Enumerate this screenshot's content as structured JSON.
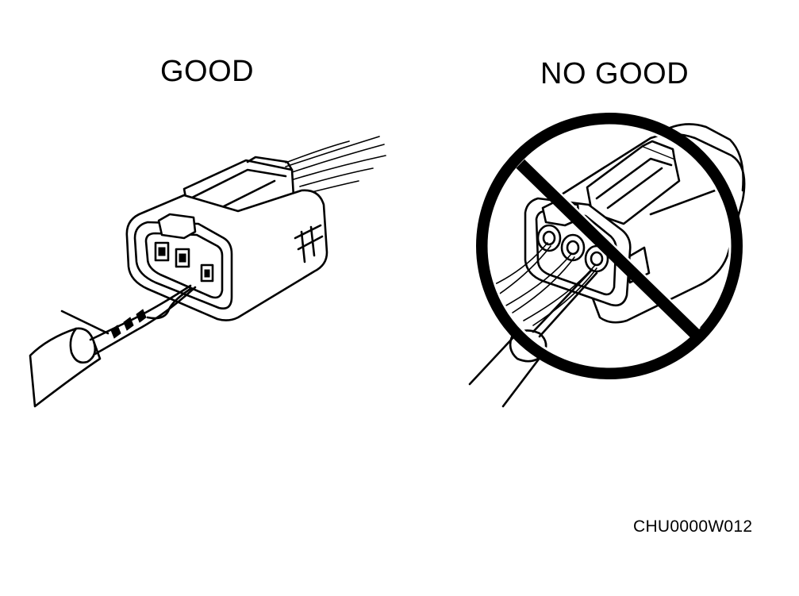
{
  "labels": {
    "good": "GOOD",
    "no_good": "NO GOOD",
    "figure_code": "CHU0000W012"
  },
  "colors": {
    "ink": "#000000",
    "background": "#ffffff"
  },
  "icons": {
    "prohibition": "no-symbol-icon"
  }
}
